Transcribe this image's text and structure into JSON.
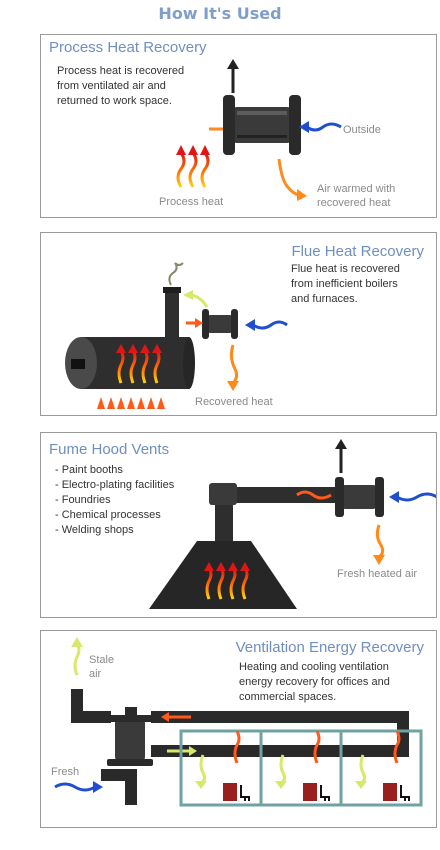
{
  "page_title": "How It's Used",
  "panels": [
    {
      "title": "Process Heat Recovery",
      "description": [
        "Process heat is recovered",
        "from ventilated air and",
        "returned to work space."
      ],
      "labels": {
        "outside": "Outside",
        "process_heat": "Process heat",
        "warmed": [
          "Air warmed with",
          "recovered heat"
        ]
      }
    },
    {
      "title": "Flue Heat Recovery",
      "description": [
        "Flue heat is recovered",
        "from inefficient boilers",
        "and furnaces."
      ],
      "labels": {
        "recovered": "Recovered heat"
      }
    },
    {
      "title": "Fume Hood Vents",
      "items": [
        "- Paint booths",
        "- Electro-plating facilities",
        "- Foundries",
        "- Chemical processes",
        "- Welding shops"
      ],
      "labels": {
        "fresh_heated": "Fresh heated air"
      }
    },
    {
      "title": "Ventilation Energy Recovery",
      "description": [
        "Heating and cooling ventilation",
        "energy recovery for offices and",
        "commercial spaces."
      ],
      "labels": {
        "stale": [
          "Stale",
          "air"
        ],
        "fresh": "Fresh"
      }
    }
  ],
  "colors": {
    "title": "#7f9ec9",
    "border": "#9a9a9a",
    "pipe": "#2b2b2b",
    "room_frame": "#6fa3a3",
    "chair": "#9a1f1f"
  }
}
